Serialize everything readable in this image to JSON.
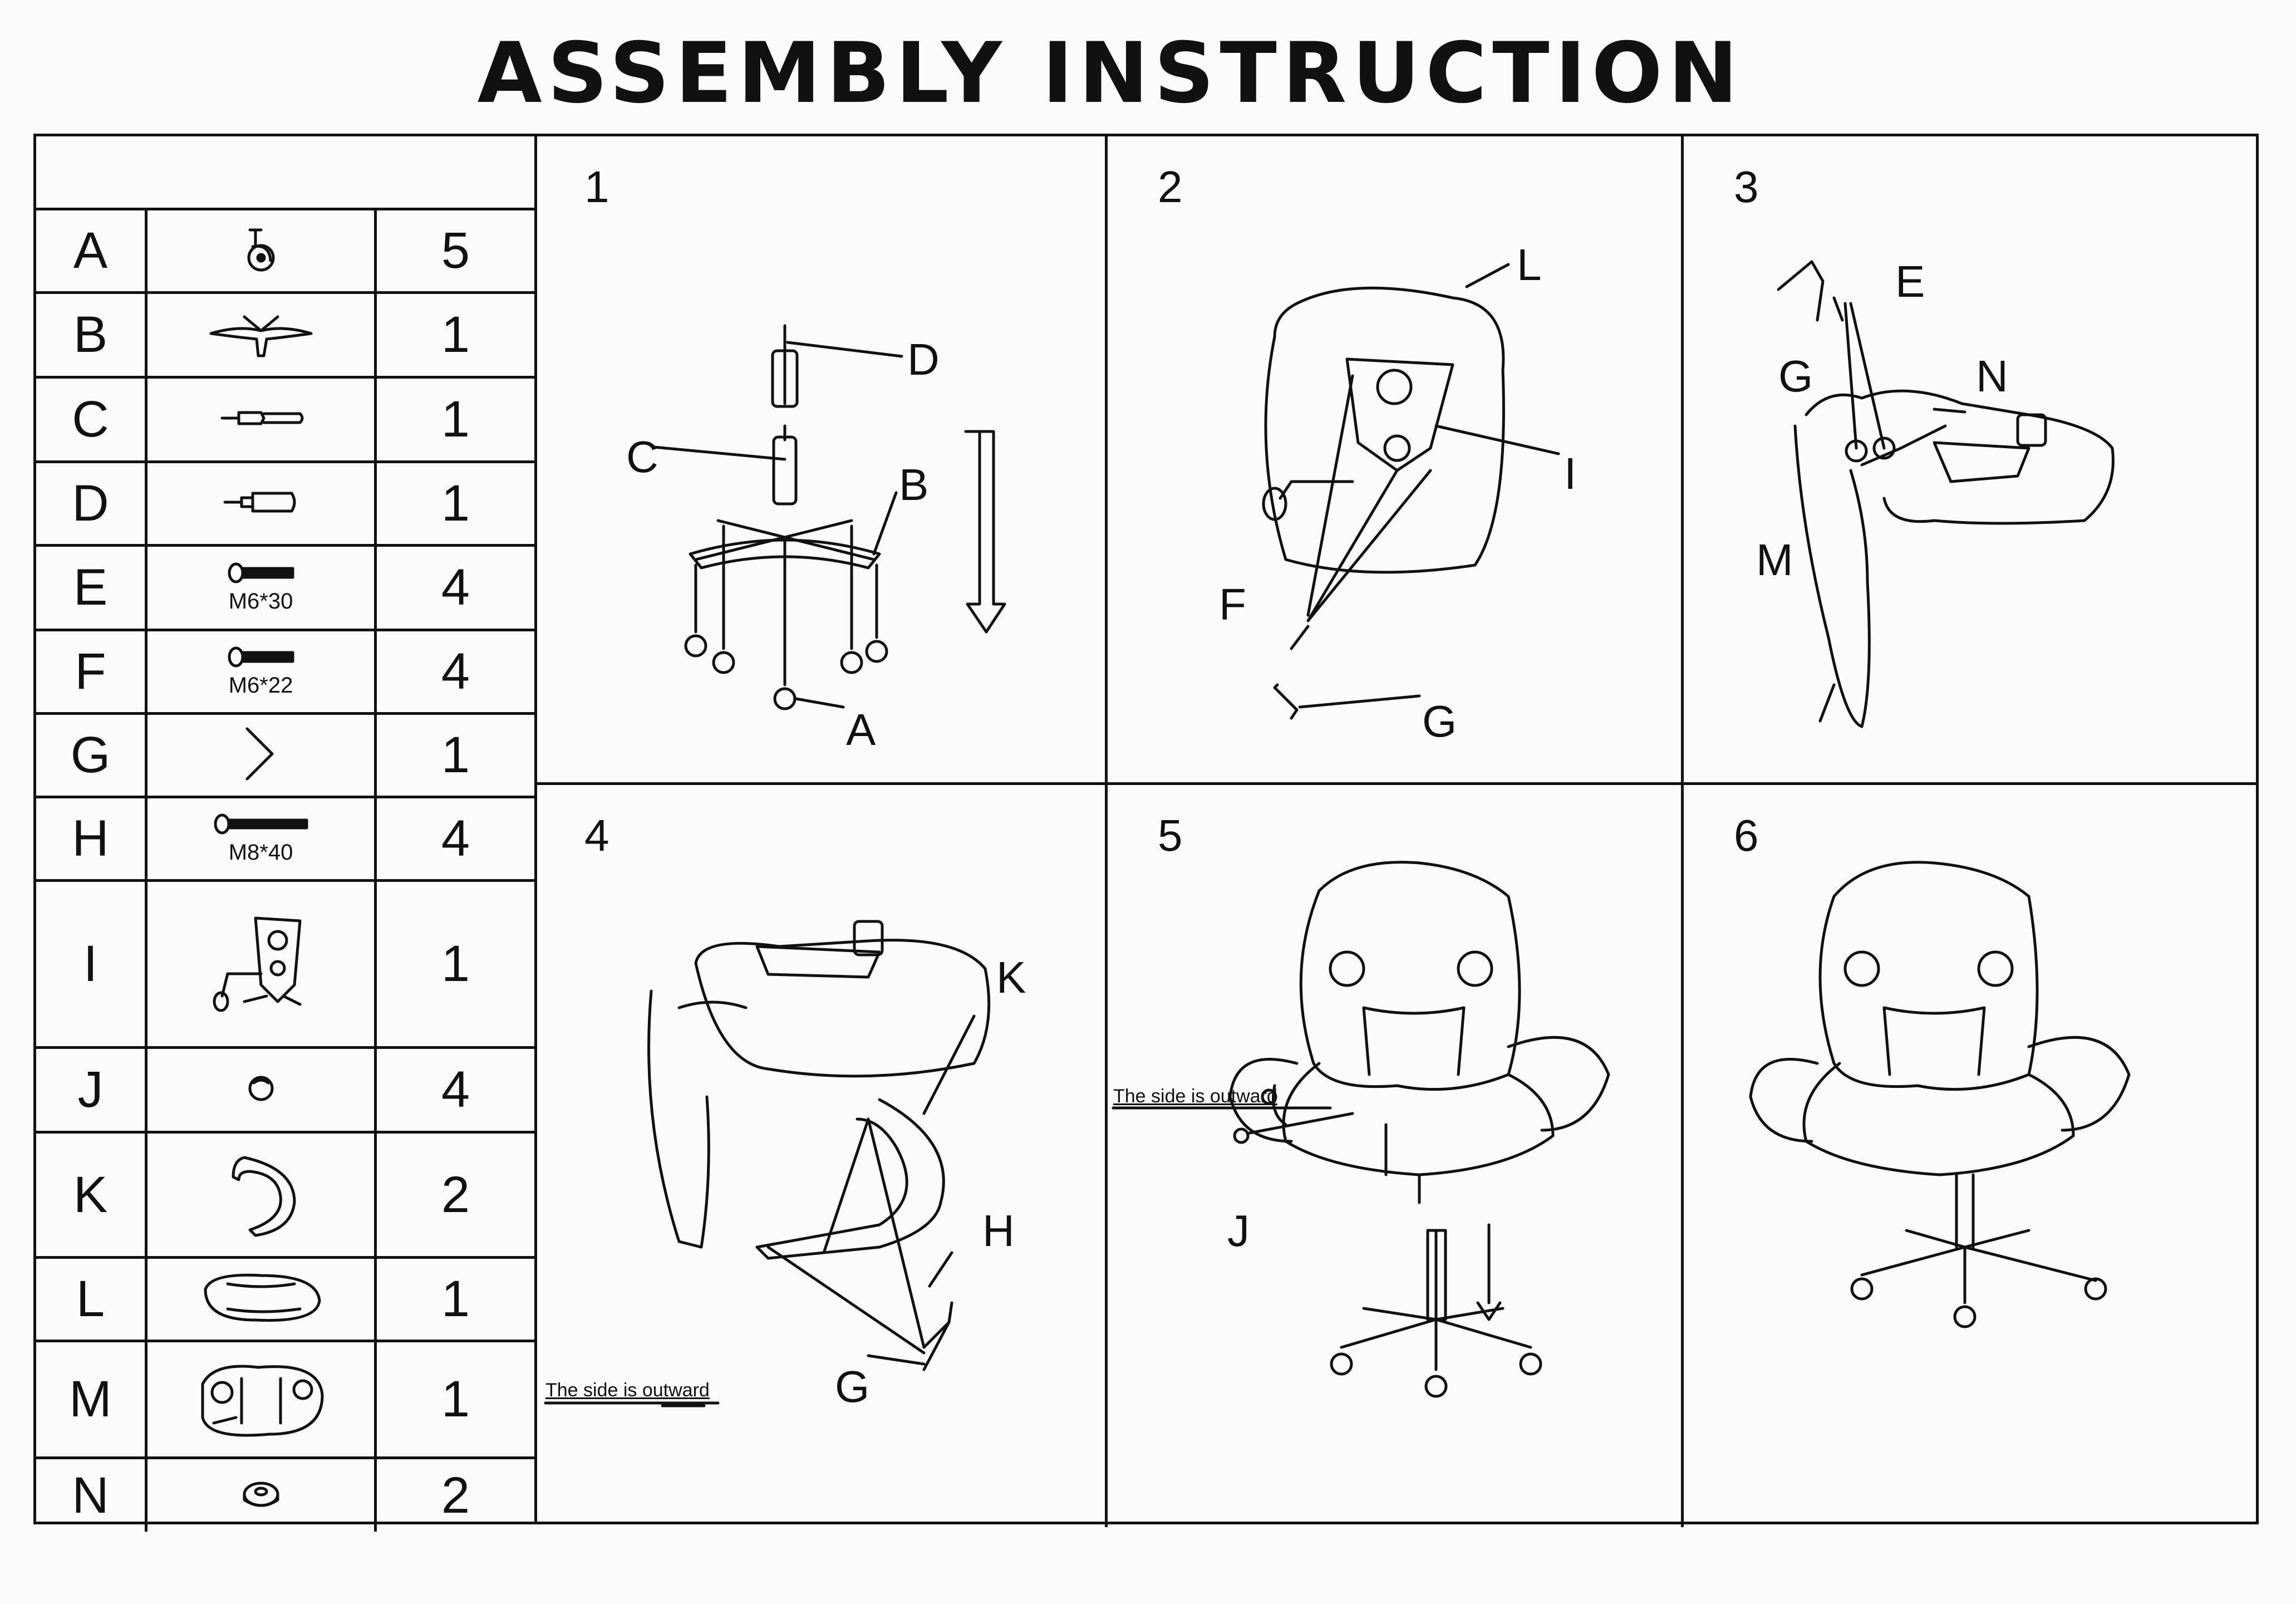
{
  "title": "ASSEMBLY INSTRUCTION",
  "parts": [
    {
      "letter": "A",
      "icon": "caster-icon",
      "qty": "5",
      "spec": ""
    },
    {
      "letter": "B",
      "icon": "star-base-icon",
      "qty": "1",
      "spec": ""
    },
    {
      "letter": "C",
      "icon": "gas-lift-icon",
      "qty": "1",
      "spec": ""
    },
    {
      "letter": "D",
      "icon": "cover-icon",
      "qty": "1",
      "spec": ""
    },
    {
      "letter": "E",
      "icon": "bolt-icon",
      "qty": "4",
      "spec": "M6*30"
    },
    {
      "letter": "F",
      "icon": "bolt-icon",
      "qty": "4",
      "spec": "M6*22"
    },
    {
      "letter": "G",
      "icon": "allen-key-icon",
      "qty": "1",
      "spec": ""
    },
    {
      "letter": "H",
      "icon": "long-bolt-icon",
      "qty": "4",
      "spec": "M8*40"
    },
    {
      "letter": "I",
      "icon": "tilt-mechanism-icon",
      "qty": "1",
      "spec": ""
    },
    {
      "letter": "J",
      "icon": "cap-icon",
      "qty": "4",
      "spec": ""
    },
    {
      "letter": "K",
      "icon": "armrest-icon",
      "qty": "2",
      "spec": ""
    },
    {
      "letter": "L",
      "icon": "seat-icon",
      "qty": "1",
      "spec": ""
    },
    {
      "letter": "M",
      "icon": "backrest-icon",
      "qty": "1",
      "spec": ""
    },
    {
      "letter": "N",
      "icon": "washer-icon",
      "qty": "2",
      "spec": ""
    }
  ],
  "steps": [
    {
      "num": "1",
      "labels": {
        "d": "D",
        "c": "C",
        "b": "B",
        "a": "A"
      }
    },
    {
      "num": "2",
      "labels": {
        "l": "L",
        "i": "I",
        "f": "F",
        "g": "G"
      }
    },
    {
      "num": "3",
      "labels": {
        "g": "G",
        "e": "E",
        "n": "N",
        "m": "M"
      }
    },
    {
      "num": "4",
      "labels": {
        "k": "K",
        "h": "H",
        "g": "G"
      },
      "note": "The side is outward"
    },
    {
      "num": "5",
      "labels": {
        "j": "J"
      },
      "note": "The side is outward"
    },
    {
      "num": "6",
      "labels": {}
    }
  ]
}
